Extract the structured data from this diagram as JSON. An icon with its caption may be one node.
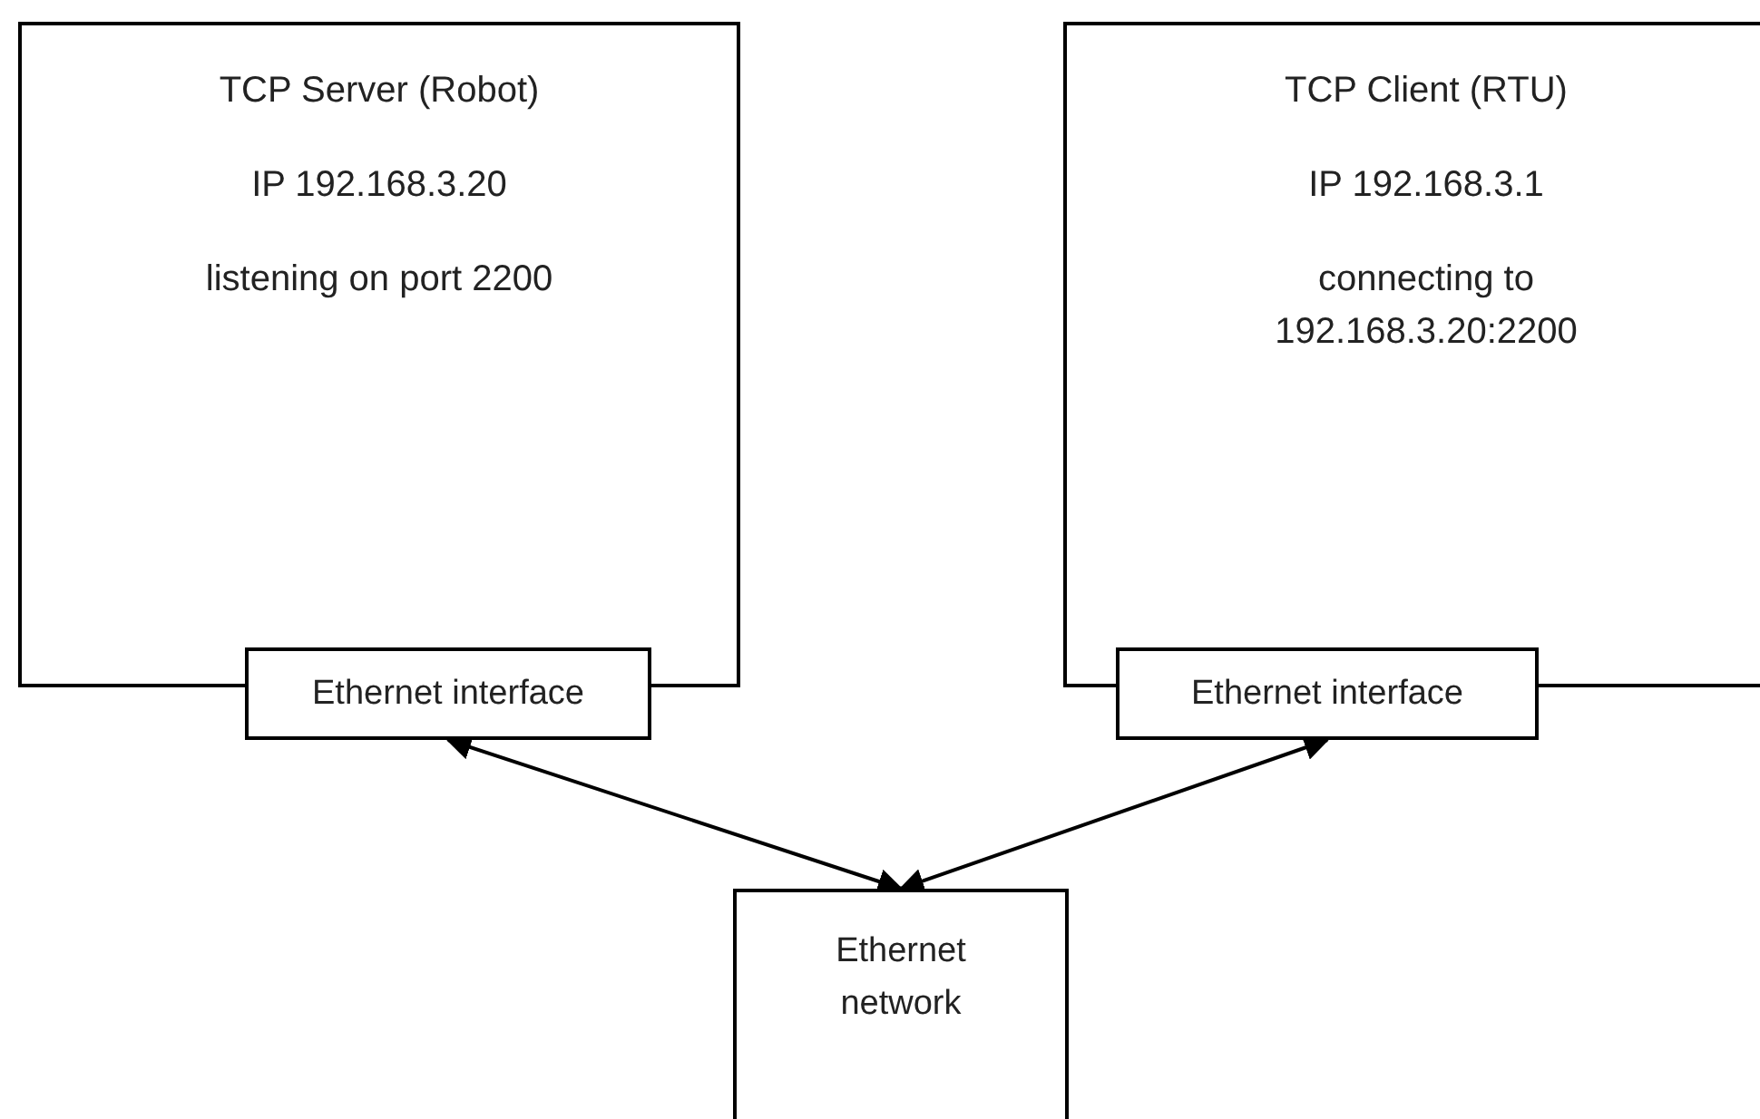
{
  "diagram": {
    "nodes": [
      {
        "text": [
          "TCP Server (Robot)",
          "IP 192.168.3.20",
          "listening on port 2200"
        ]
      },
      {
        "text": [
          "Ethernet interface"
        ]
      },
      {
        "text": [
          "TCP Client (RTU)",
          "IP 192.168.3.1",
          "connecting to 192.168.3.20:2200"
        ]
      },
      {
        "text": [
          "Ethernet interface"
        ]
      },
      {
        "text": [
          "Ethernet network"
        ]
      }
    ],
    "edges": [
      {
        "from": 1,
        "to": 4,
        "arrow": "both"
      },
      {
        "from": 3,
        "to": 4,
        "arrow": "both"
      }
    ]
  }
}
